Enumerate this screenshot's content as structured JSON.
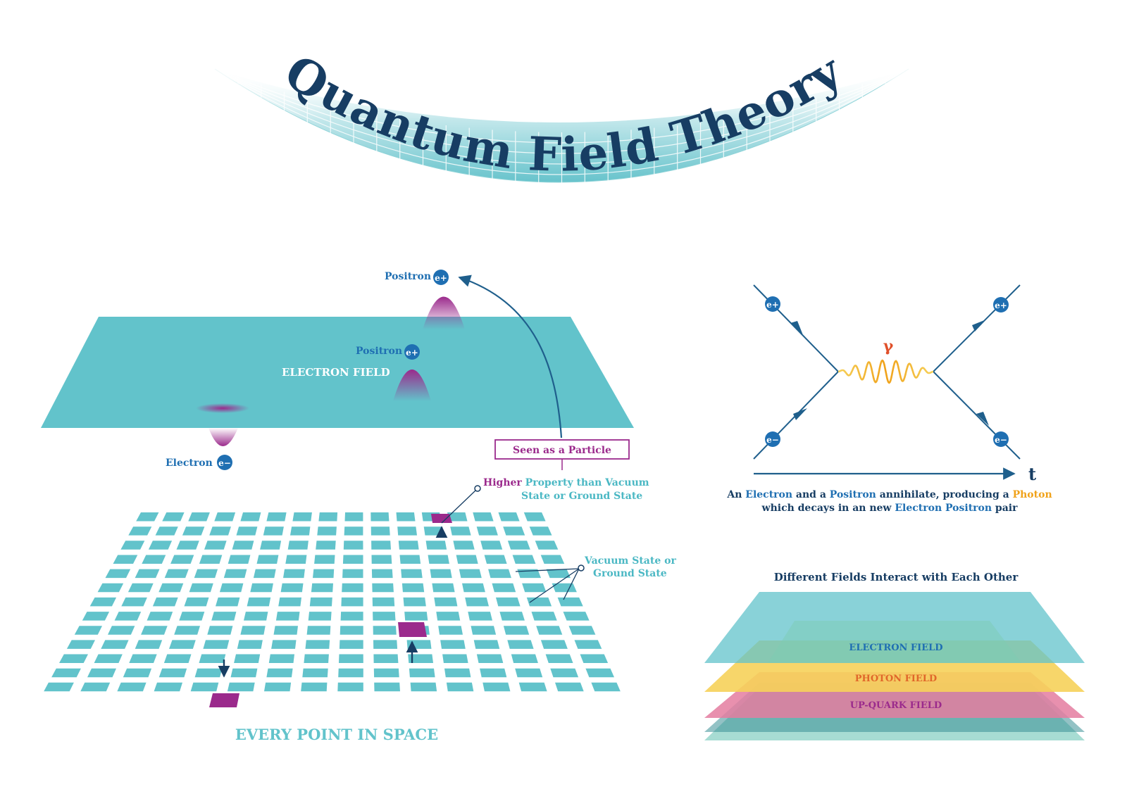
{
  "title": "Quantum Field Theory",
  "field_diagram": {
    "electron_field_label": "ELECTRON FIELD",
    "positron_top_label": "Positron",
    "positron_mid_label": "Positron",
    "electron_label": "Electron",
    "positron_symbol": "e+",
    "electron_symbol": "e−",
    "seen_as_particle": "Seen as a Particle",
    "higher_word": "Higher",
    "higher_rest_line1": " Property than Vacuum",
    "higher_line2": "State or Ground State",
    "vacuum_line1": "Vacuum State or",
    "vacuum_line2": "Ground State",
    "every_point_label": "EVERY POINT IN SPACE"
  },
  "feynman": {
    "photon_symbol": "γ",
    "time_label": "t",
    "caption_line1": [
      {
        "text": "An ",
        "role": "plain"
      },
      {
        "text": "Electron",
        "role": "electron"
      },
      {
        "text": " and a ",
        "role": "plain"
      },
      {
        "text": "Positron",
        "role": "electron"
      },
      {
        "text": " annihilate, producing a ",
        "role": "plain"
      },
      {
        "text": "Photon",
        "role": "photon"
      }
    ],
    "caption_line2": [
      {
        "text": "which decays in an new ",
        "role": "plain"
      },
      {
        "text": "Electron Positron",
        "role": "electron"
      },
      {
        "text": " pair",
        "role": "plain"
      }
    ]
  },
  "layers": {
    "heading": "Different Fields Interact with Each Other",
    "electron_field": "ELECTRON FIELD",
    "photon_field": "PHOTON FIELD",
    "upquark_field": "UP-QUARK FIELD"
  },
  "colors": {
    "navy": "#173d63",
    "blue": "#1f6fb2",
    "teal": "#62c3cb",
    "teal_light": "#4bb8c4",
    "magenta": "#9b2a8c",
    "orange": "#f0a21a",
    "yellow": "#f6d15a",
    "pink": "#e47da0"
  }
}
